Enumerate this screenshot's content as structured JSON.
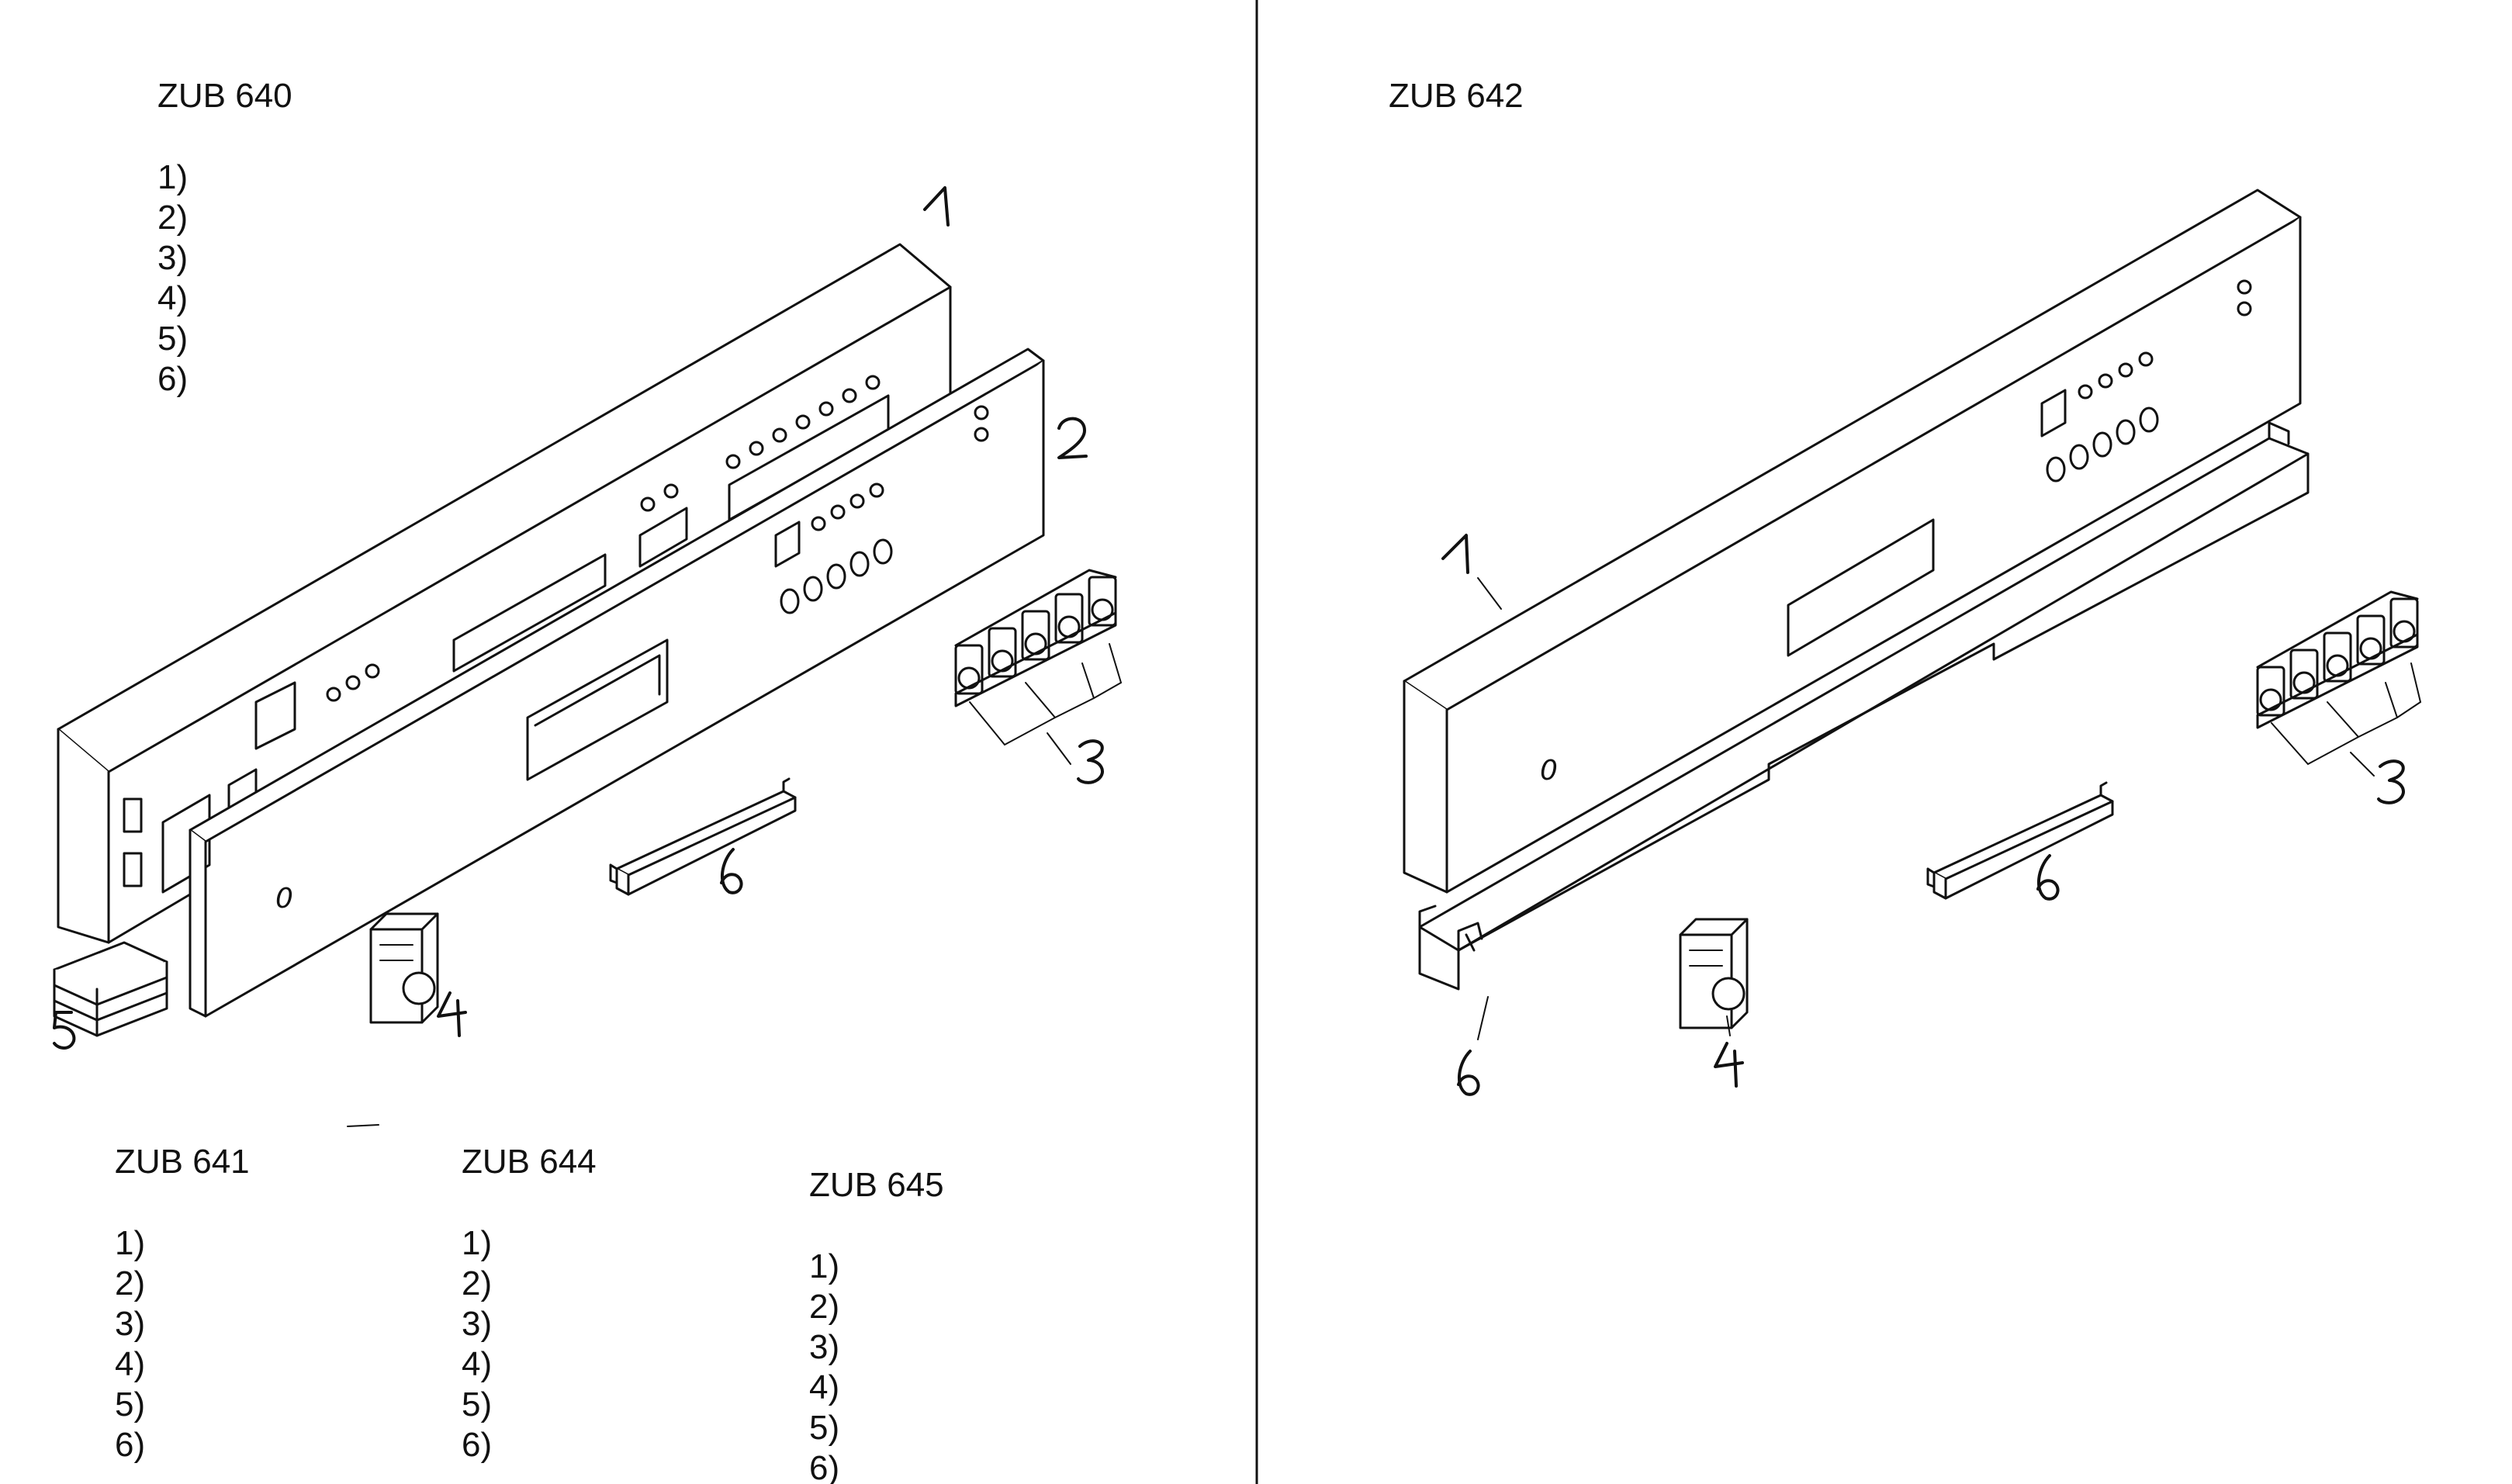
{
  "groups": [
    {
      "title": "ZUB 640",
      "items": [
        "1)",
        "2)",
        "3)",
        "4)",
        "5)",
        "6)"
      ]
    },
    {
      "title": "ZUB 641",
      "items": [
        "1)",
        "2)",
        "3)",
        "4)",
        "5)",
        "6)"
      ]
    },
    {
      "title": "ZUB 644",
      "items": [
        "1)",
        "2)",
        "3)",
        "4)",
        "5)",
        "6)"
      ]
    },
    {
      "title": "ZUB 645",
      "items": [
        "1)",
        "2)",
        "3)",
        "4)",
        "5)",
        "6)"
      ]
    },
    {
      "title": "ZUB 642",
      "items": []
    }
  ],
  "callouts": {
    "left": [
      "1",
      "2",
      "3",
      "4",
      "5",
      "6"
    ],
    "right": [
      "1",
      "3",
      "4",
      "6",
      "6"
    ]
  }
}
